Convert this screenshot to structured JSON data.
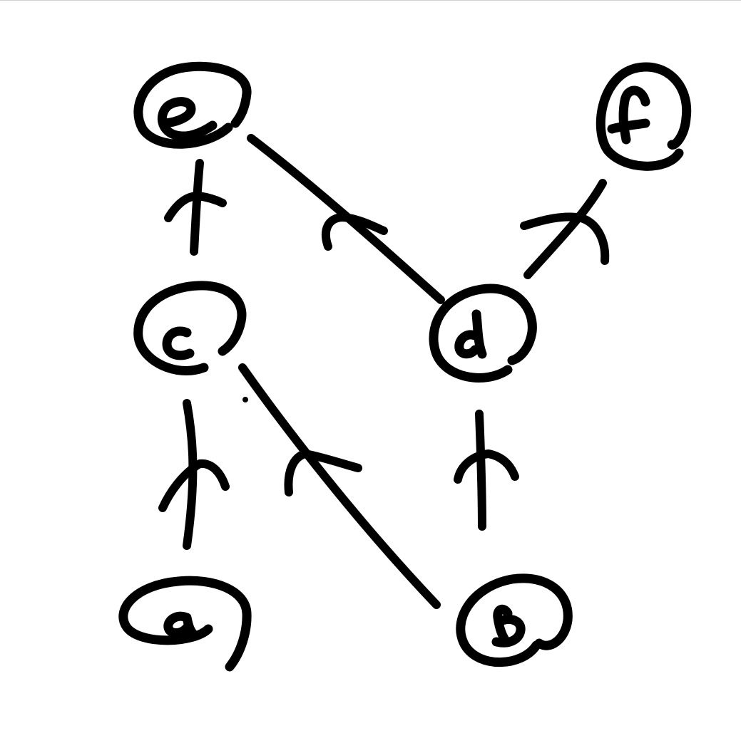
{
  "diagram": {
    "colors": {
      "ink": "#000000",
      "background": "#ffffff",
      "top_rule": "#cfcfcf"
    },
    "nodes": [
      {
        "id": "e",
        "label": "e"
      },
      {
        "id": "f",
        "label": "f"
      },
      {
        "id": "c",
        "label": "c"
      },
      {
        "id": "d",
        "label": "d"
      },
      {
        "id": "a",
        "label": "a"
      },
      {
        "id": "b",
        "label": "b"
      }
    ],
    "edges": [
      {
        "from": "c",
        "to": "e"
      },
      {
        "from": "d",
        "to": "e"
      },
      {
        "from": "d",
        "to": "f"
      },
      {
        "from": "a",
        "to": "c"
      },
      {
        "from": "b",
        "to": "c"
      },
      {
        "from": "b",
        "to": "d"
      }
    ]
  }
}
